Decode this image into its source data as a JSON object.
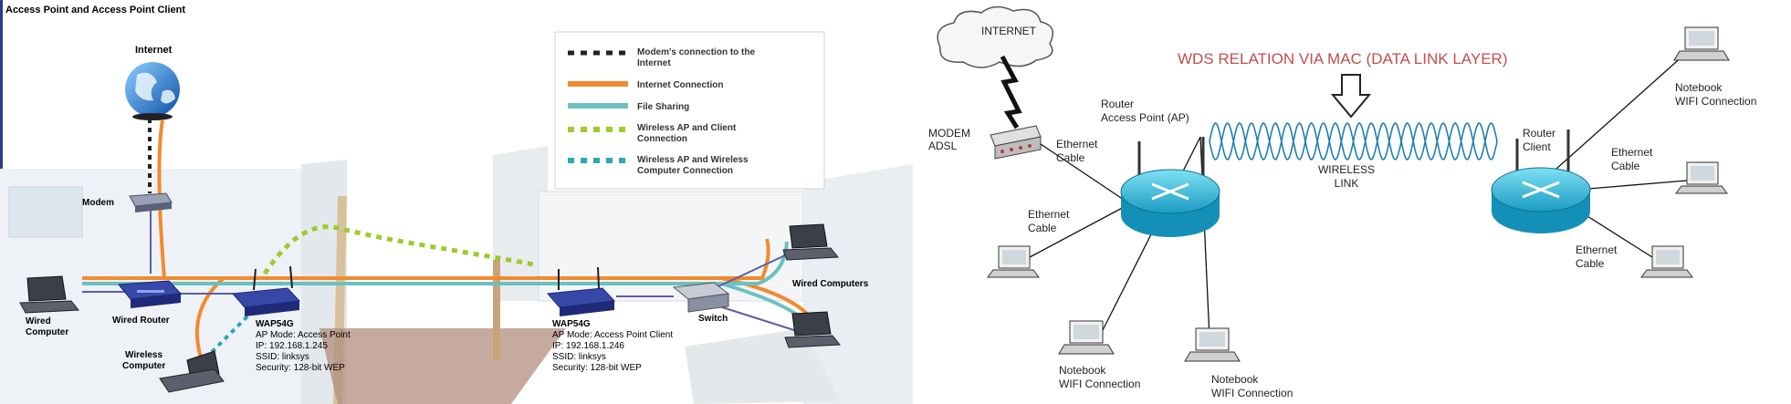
{
  "left_diagram": {
    "title": "Access Point and Access Point Client",
    "labels": {
      "internet": "Internet",
      "modem": "Modem",
      "wired_router": "Wired Router",
      "wired_computer": "Wired Computer",
      "wireless_computer": "Wireless Computer",
      "wap1_name": "WAP54G",
      "wap1_mode": "AP Mode: Access Point",
      "wap1_ip": "IP: 192.168.1.245",
      "wap1_ssid": "SSID: linksys",
      "wap1_security": "Security: 128-bit WEP",
      "wap2_name": "WAP54G",
      "wap2_mode": "AP Mode: Access Point Client",
      "wap2_ip": "IP: 192.168.1.246",
      "wap2_ssid": "SSID: linksys",
      "wap2_security": "Security: 128-bit WEP",
      "switch": "Switch",
      "wired_computers": "Wired Computers"
    },
    "legend": [
      {
        "label": "Modem's connection to the Internet",
        "style": "dotted",
        "color": "#222222"
      },
      {
        "label": "Internet Connection",
        "style": "solid",
        "color": "#f28a2e"
      },
      {
        "label": "File Sharing",
        "style": "solid",
        "color": "#6cc0c0"
      },
      {
        "label": "Wireless AP and Client Connection",
        "style": "dotted",
        "color": "#9ccc2a"
      },
      {
        "label": "Wireless AP and Wireless Computer Connection",
        "style": "dotted",
        "color": "#2aa8b4"
      }
    ]
  },
  "right_diagram": {
    "title": "WDS RELATION VIA MAC (DATA LINK LAYER)",
    "title_color": "#c0504d",
    "labels": {
      "internet": "INTERNET",
      "modem": "MODEM ADSL",
      "router_ap": "Router Access Point (AP)",
      "wireless_link": "WIRELESS LINK",
      "router_client": "Router Client",
      "ethernet_cable": "Ethernet Cable",
      "notebook_wifi": "Notebook WIFI Connection"
    }
  }
}
